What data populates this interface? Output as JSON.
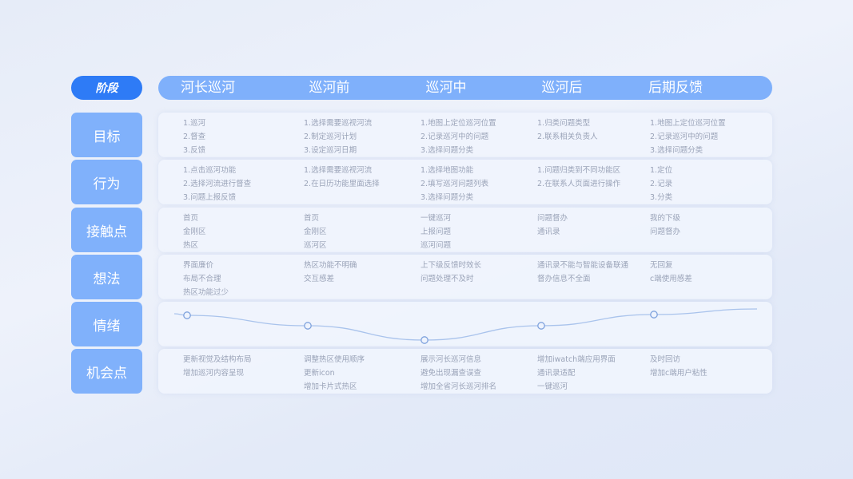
{
  "stage_label": "阶段",
  "stages": [
    "河长巡河",
    "巡河前",
    "巡河中",
    "巡河后",
    "后期反馈"
  ],
  "rows": [
    {
      "label": "目标",
      "cells": [
        [
          "1.巡河",
          "2.督查",
          "3.反馈"
        ],
        [
          "1.选择需要巡视河流",
          "2.制定巡河计划",
          "3.设定巡河日期"
        ],
        [
          "1.地图上定位巡河位置",
          "2.记录巡河中的问题",
          "3.选择问题分类"
        ],
        [
          "1.归类问题类型",
          "2.联系相关负责人"
        ],
        [
          "1.地图上定位巡河位置",
          "2.记录巡河中的问题",
          "3.选择问题分类"
        ]
      ]
    },
    {
      "label": "行为",
      "cells": [
        [
          "1.点击巡河功能",
          "2.选择河流进行督查",
          "3.问题上报反馈"
        ],
        [
          "1.选择需要巡视河流",
          "2.在日历功能里面选择"
        ],
        [
          "1.选择地图功能",
          "2.填写巡河问题列表",
          "3.选择问题分类"
        ],
        [
          "1.问题归类到不同功能区",
          "2.在联系人页面进行操作"
        ],
        [
          "1.定位",
          "2.记录",
          "3.分类"
        ]
      ]
    },
    {
      "label": "接触点",
      "cells": [
        [
          "首页",
          "金刚区",
          "热区"
        ],
        [
          "首页",
          "金刚区",
          "巡河区"
        ],
        [
          "一键巡河",
          "上报问题",
          "巡河问题"
        ],
        [
          "问题督办",
          "通讯录"
        ],
        [
          "我的下级",
          "问题督办"
        ]
      ]
    },
    {
      "label": "想法",
      "cells": [
        [
          "界面廉价",
          "布局不合理",
          "热区功能过少"
        ],
        [
          "热区功能不明确",
          "交互感差"
        ],
        [
          "上下级反馈时效长",
          "问题处理不及时"
        ],
        [
          "通讯录不能与智能设备联通",
          "督办信息不全面"
        ],
        [
          "无回复",
          "c端使用感差"
        ]
      ]
    },
    {
      "label": "情绪",
      "emotion": [
        0.7,
        0.44,
        0.08,
        0.44,
        0.72
      ]
    },
    {
      "label": "机会点",
      "cells": [
        [
          "更新视觉及结构布局",
          "增加巡河内容呈现"
        ],
        [
          "调整热区使用顺序",
          "更新icon",
          "增加卡片式热区"
        ],
        [
          "展示河长巡河信息",
          "避免出现漏查误查",
          "增加全省河长巡河排名"
        ],
        [
          "增加iwatch端应用界面",
          "通讯录适配",
          "一键巡河"
        ],
        [
          "及时回访",
          "增加c端用户粘性"
        ]
      ]
    }
  ],
  "colors": {
    "accent": "#2e7bf6",
    "header": "#7fb0fb",
    "label": "#80b1fb",
    "line": "#a9c3ec",
    "point": "#7fa2dd"
  }
}
